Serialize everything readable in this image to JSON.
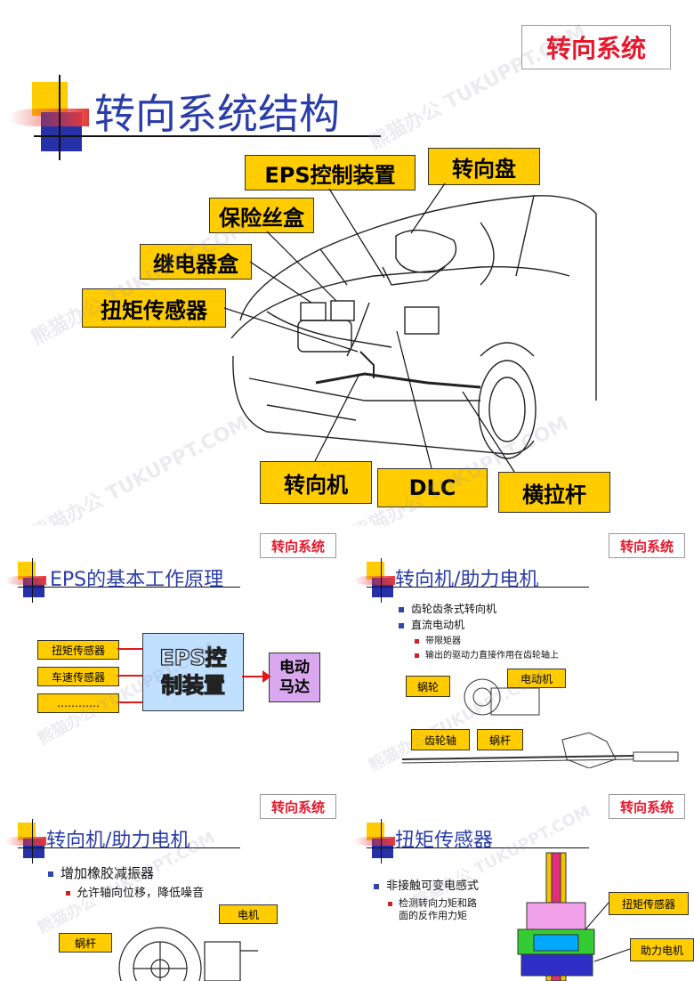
{
  "stamp_label": "转向系统",
  "watermark_text": "熊猫办公 TUKUPPT.COM",
  "slide1": {
    "title": "转向系统结构",
    "labels": {
      "eps_control": "EPS控制装置",
      "steering_wheel": "转向盘",
      "fuse_box": "保险丝盒",
      "relay_box": "继电器盒",
      "torque_sensor": "扭矩传感器",
      "steering_gear": "转向机",
      "dlc": "DLC",
      "tie_rod": "横拉杆"
    }
  },
  "slide2": {
    "title": "EPS的基本工作原理",
    "inputs": [
      "扭矩传感器",
      "车速传感器",
      "…………"
    ],
    "controller": "EPS控制装置",
    "output": "电动马达"
  },
  "slide3": {
    "title": "转向机/助力电机",
    "bullets": [
      "齿轮齿条式转向机",
      "直流电动机"
    ],
    "sub_bullets": [
      "带限矩器",
      "输出的驱动力直接作用在齿轮轴上"
    ],
    "labels": {
      "worm_wheel": "蜗轮",
      "motor": "电动机",
      "pinion_shaft": "齿轮轴",
      "worm": "蜗杆"
    }
  },
  "slide4": {
    "title": "转向机/助力电机",
    "bullet": "增加橡胶减振器",
    "sub_bullet": "允许轴向位移，降低噪音",
    "labels": {
      "motor": "电机",
      "worm": "蜗杆"
    }
  },
  "slide5": {
    "title": "扭矩传感器",
    "bullet": "非接触可变电感式",
    "sub_bullet_1": "检测转向力矩和路",
    "sub_bullet_2": "面的反作用力矩",
    "labels": {
      "torque_sensor": "扭矩传感器",
      "assist_motor": "助力电机"
    }
  }
}
